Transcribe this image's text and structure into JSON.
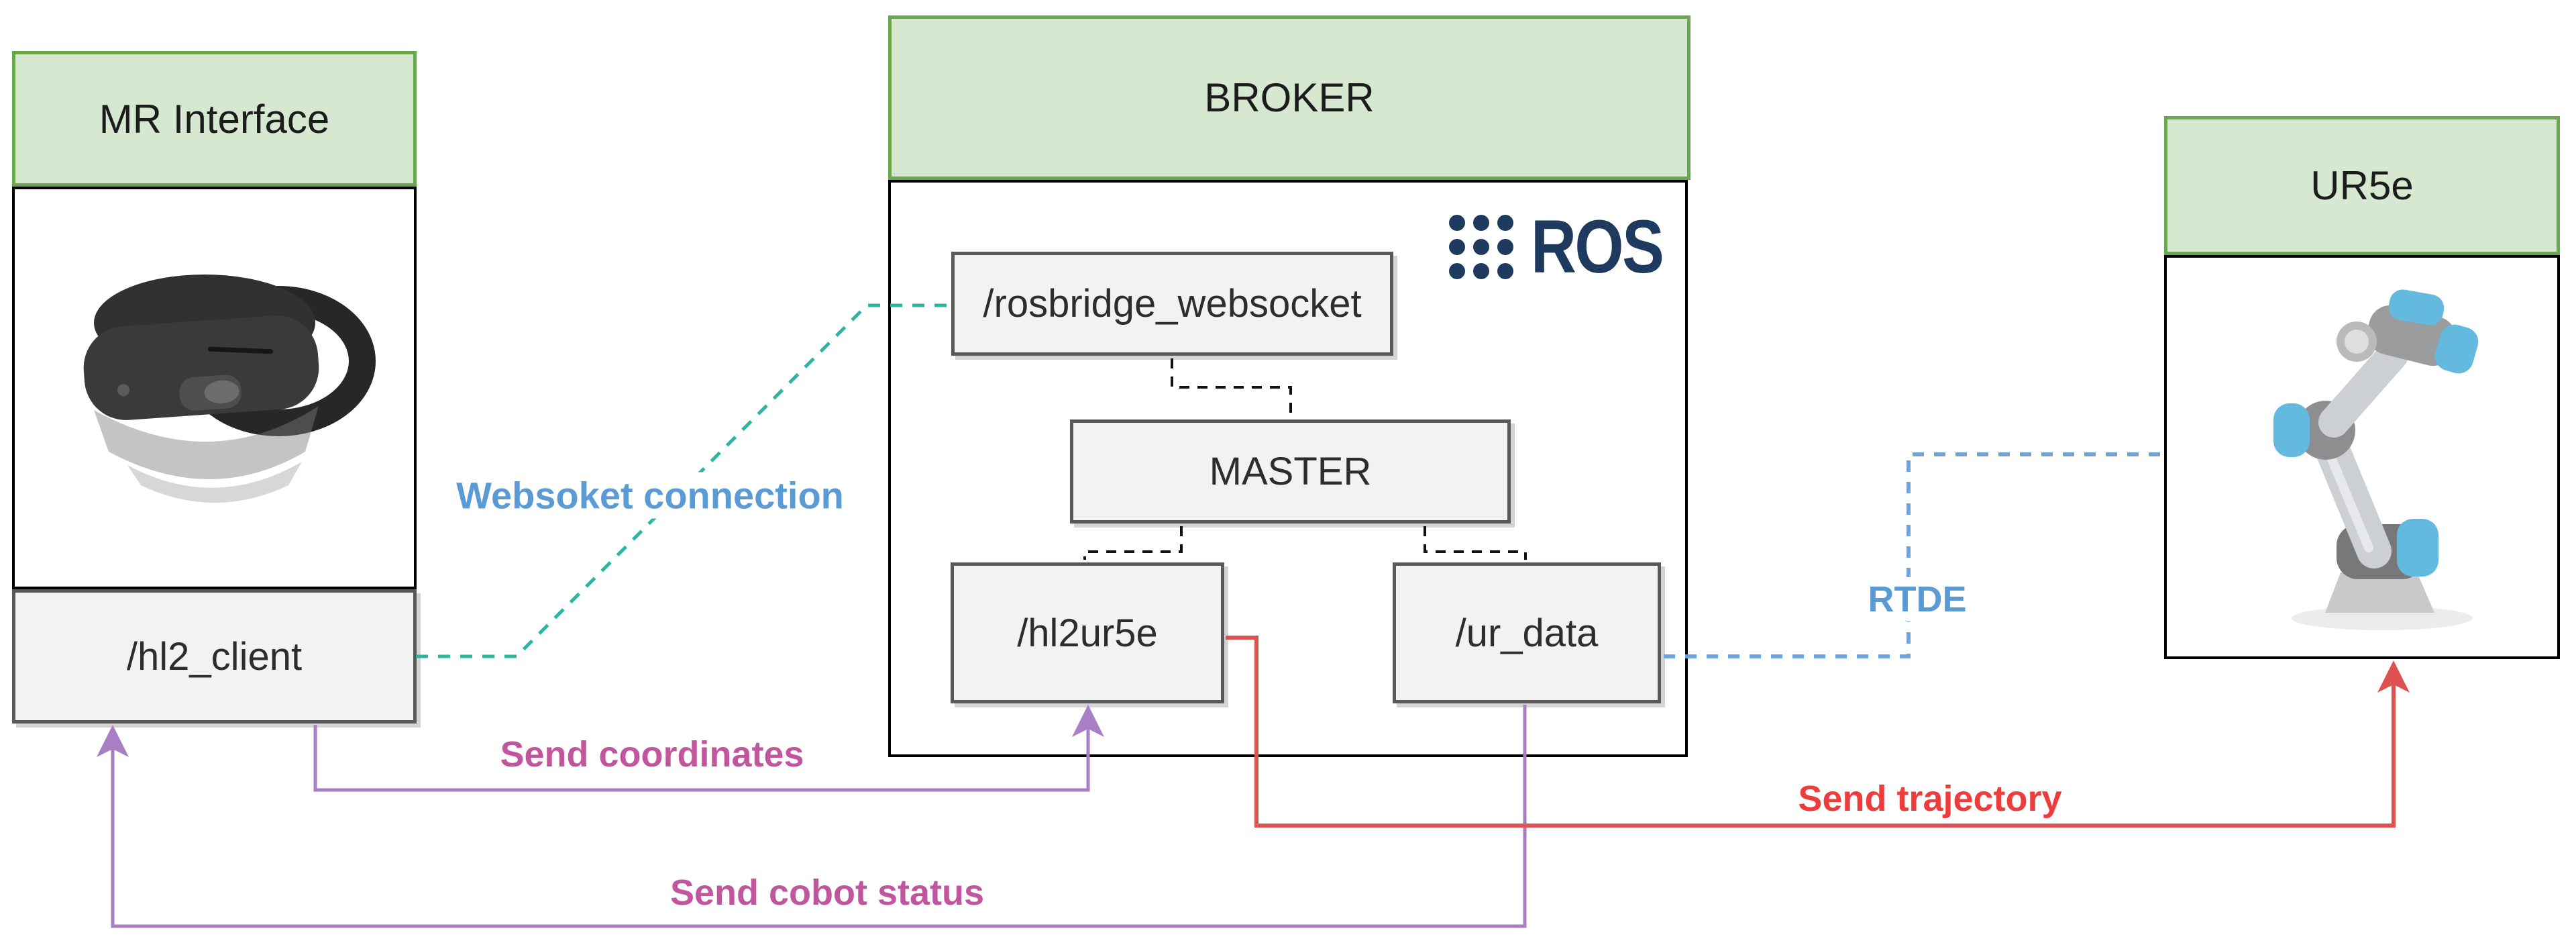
{
  "panels": {
    "mr_interface": {
      "title": "MR Interface",
      "node_label": "/hl2_client"
    },
    "broker": {
      "title": "BROKER",
      "ros_text": "ROS",
      "nodes": {
        "rosbridge": "/rosbridge_websocket",
        "master": "MASTER",
        "hl2ur5e": "/hl2ur5e",
        "ur_data": "/ur_data"
      }
    },
    "ur5e": {
      "title": "UR5e"
    }
  },
  "connections": {
    "websocket": {
      "label": "Websoket connection"
    },
    "rtde": {
      "label": "RTDE"
    },
    "send_coordinates": {
      "label": "Send coordinates"
    },
    "send_cobot_status": {
      "label": "Send cobot status"
    },
    "send_trajectory": {
      "label": "Send trajectory"
    }
  },
  "colors": {
    "panel_header_fill": "#d6e8d0",
    "panel_header_border": "#6aa84f",
    "panel_body_border": "#000000",
    "node_fill": "#f2f2f2",
    "node_border": "#595959",
    "websocket_line": "#2eb5a2",
    "rtde_line": "#6fa3dc",
    "blue_label": "#5b9bd5",
    "purple_line": "#a87fc4",
    "pink_label": "#c2569e",
    "red_line": "#e05252",
    "red_label": "#ee3b3b",
    "ros_navy": "#1e3a5f",
    "dashed_connector": "#111111"
  }
}
